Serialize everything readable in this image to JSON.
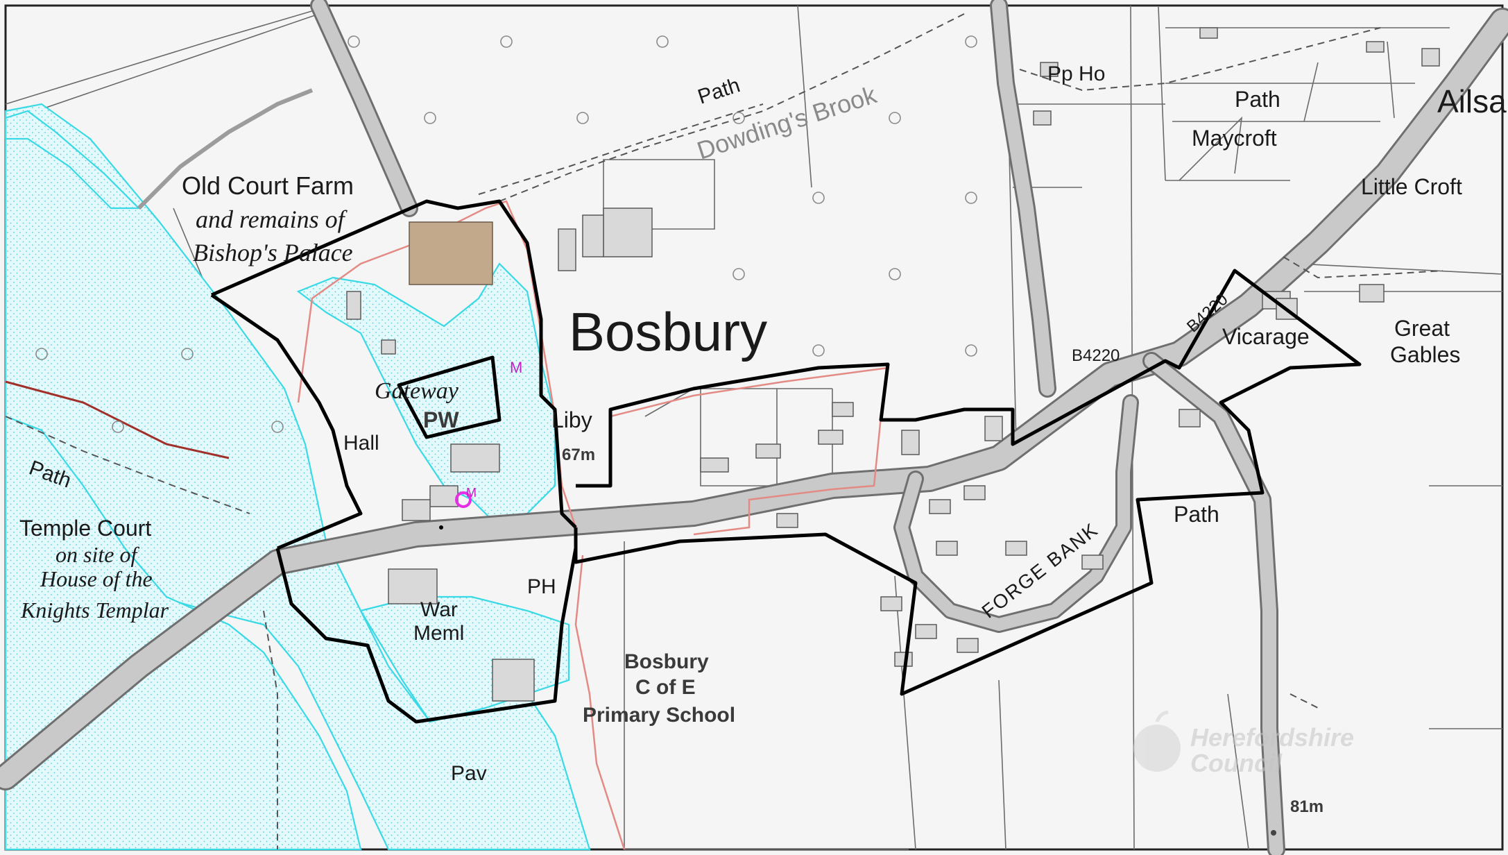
{
  "map": {
    "place_name": "Bosbury",
    "labels": {
      "old_court_farm": "Old Court Farm",
      "bishops_palace_1": "and remains of",
      "bishops_palace_2": "Bishop's Palace",
      "gateway": "Gateway",
      "pw": "PW",
      "hall": "Hall",
      "liby": "Liby",
      "spot_height_67": "67m",
      "path_1": "Path",
      "path_2": "Path",
      "path_3": "Path",
      "path_4": "Path",
      "dowdings_brook": "Dowding's Brook",
      "pp_ho": "Pp Ho",
      "maycroft": "Maycroft",
      "little_croft": "Little Croft",
      "ailsa": "Ailsa",
      "b4220_1": "B4220",
      "b4220_2": "B4220",
      "vicarage": "Vicarage",
      "great_gables_1": "Great",
      "great_gables_2": "Gables",
      "temple_court": "Temple Court",
      "on_site_of": "on site of",
      "house_of_the": "House of the",
      "knights_templar": "Knights Templar",
      "ph": "PH",
      "war": "War",
      "meml": "Meml",
      "pav": "Pav",
      "school_1": "Bosbury",
      "school_2": "C of E",
      "school_3": "Primary School",
      "forge_bank": "FORGE BANK",
      "spot_height_81": "81m",
      "monument_mark_1": "M",
      "monument_mark_2": "M"
    },
    "watermark": {
      "line1": "Herefordshire",
      "line2": "Council"
    },
    "colors": {
      "boundary": "#000000",
      "flood_zone": "#39d9e6",
      "conservation_area": "#e38a84",
      "listed_building": "#c2a98b",
      "monument_marker": "#e62ee6",
      "road": "#c9c9c9"
    }
  }
}
